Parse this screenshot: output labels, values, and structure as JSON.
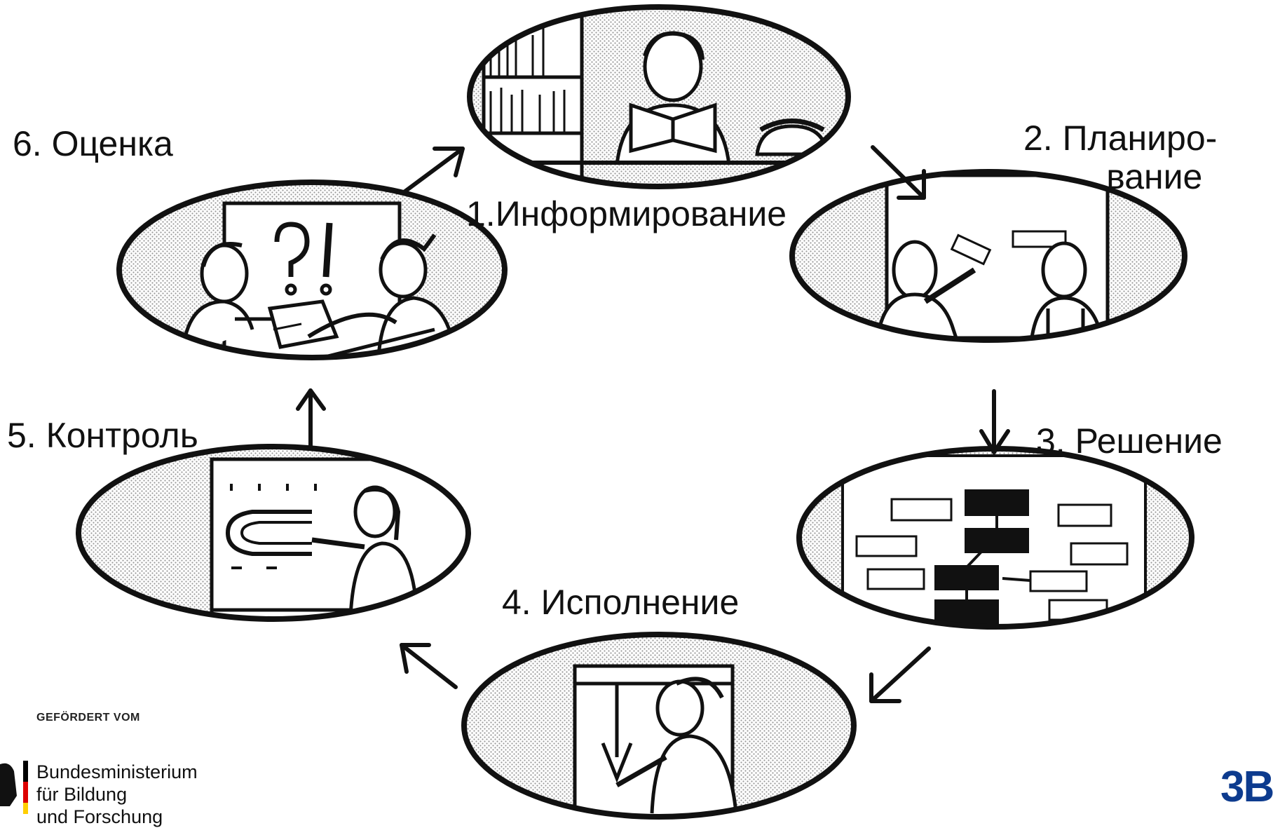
{
  "steps": [
    {
      "number": "1.",
      "label": "1.Информирование"
    },
    {
      "number": "2.",
      "label": "2. Планиро-\n       вание"
    },
    {
      "number": "3.",
      "label": "3. Решение"
    },
    {
      "number": "4.",
      "label": "4. Исполнение"
    },
    {
      "number": "5.",
      "label": "5. Контроль"
    },
    {
      "number": "6.",
      "label": "6. Оценка"
    }
  ],
  "illustrations": [
    {
      "id": "informing",
      "icon": "person-reading-book-icon"
    },
    {
      "id": "planning",
      "icon": "people-at-board-icon"
    },
    {
      "id": "deciding",
      "icon": "diagram-board-icon"
    },
    {
      "id": "executing",
      "icon": "person-at-machine-icon"
    },
    {
      "id": "controlling",
      "icon": "person-measuring-part-icon"
    },
    {
      "id": "evaluating",
      "icon": "people-discussing-icon"
    }
  ],
  "sponsor": {
    "caption": "GEFÖRDERT VOM",
    "ministry": "Bundesministerium\nfür Bildung\nund Forschung"
  },
  "brand_fragment": "3B",
  "colors": {
    "ink": "#111111",
    "background": "#ffffff",
    "shade": "#d8d8d8",
    "flag_black": "#000000",
    "flag_red": "#dd0000",
    "flag_gold": "#ffce00",
    "brand_blue": "#0d3b8e"
  }
}
